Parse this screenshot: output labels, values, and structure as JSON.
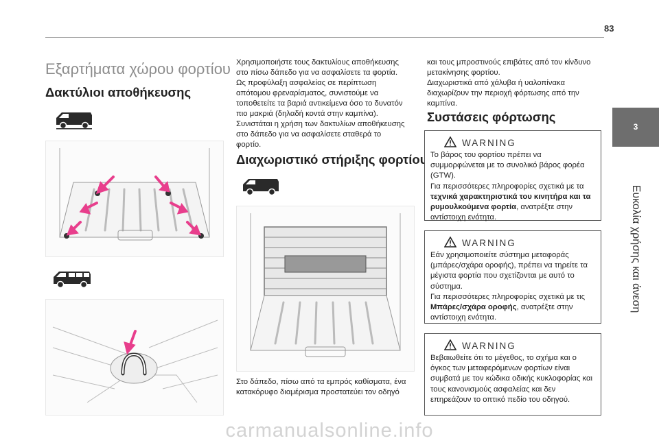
{
  "page": {
    "number": "83"
  },
  "tab": {
    "number": "3",
    "chapter": "Ευκολία χρήσης και άνεση"
  },
  "section_title": "Εξαρτήματα χώρου φορτίου",
  "col1": {
    "heading": "Δακτύλιοι αποθήκευσης",
    "icon1": "van-icon",
    "icon2": "minibus-icon"
  },
  "col2": {
    "intro": [
      "Χρησιμοποιήστε τους δακτυλίους αποθήκευσης στο πίσω δάπεδο για να ασφαλίσετε τα φορτία.",
      "Ως προφύλαξη ασφαλείας σε περίπτωση απότομου φρεναρίσματος, συνιστούμε να τοποθετείτε τα βαριά αντικείμενα όσο το δυνατόν πιο μακριά (δηλαδή κοντά στην καμπίνα).",
      "Συνιστάται η χρήση των δακτυλίων αποθήκευσης στο δάπεδο για να ασφαλίσετε σταθερά το φορτίο."
    ],
    "heading": "Διαχωριστικό στήριξης φορτίου",
    "caption": "Στο δάπεδο, πίσω από τα εμπρός καθίσματα, ένα κατακόρυφο διαμέρισμα προστατεύει τον οδηγό"
  },
  "col3": {
    "continuation": [
      "και τους μπροστινούς επιβάτες από τον κίνδυνο μετακίνησης φορτίου.",
      "Διαχωριστικά από χάλυβα ή υαλοπίνακα διαχωρίζουν την περιοχή φόρτωσης από την καμπίνα."
    ],
    "heading": "Συστάσεις φόρτωσης",
    "warning_label": "WARNING",
    "warning1": {
      "line1": "Το βάρος του φορτίου πρέπει να συμμορφώνεται με το συνολικό βάρος φορέα (GTW).",
      "pre": "Για περισσότερες πληροφορίες σχετικά με τα ",
      "bold": "τεχνικά χαρακτηριστικά του κινητήρα και τα ρυμουλκούμενα φορτία",
      "post": ", ανατρέξτε στην αντίστοιχη ενότητα."
    },
    "warning2": {
      "line1": "Εάν χρησιμοποιείτε σύστημα μεταφοράς (μπάρες/σχάρα οροφής), πρέπει να τηρείτε τα μέγιστα φορτία που σχετίζονται με αυτό το σύστημα.",
      "pre": "Για περισσότερες πληροφορίες σχετικά με τις ",
      "bold": "Μπάρες/σχάρα οροφής",
      "post": ", ανατρέξτε στην αντίστοιχη ενότητα."
    },
    "warning3": {
      "text": "Βεβαιωθείτε ότι το μέγεθος, το σχήμα και ο όγκος των μεταφερόμενων φορτίων είναι συμβατά με τον κώδικα οδικής κυκλοφορίας και τους κανονισμούς ασφαλείας και δεν επηρεάζουν το οπτικό πεδίο του οδηγού."
    }
  },
  "watermark": "carmanualsonline.info",
  "colors": {
    "arrow": "#e83e8c",
    "tab": "#6e6e6e",
    "title_gray": "#8c8c8c"
  }
}
